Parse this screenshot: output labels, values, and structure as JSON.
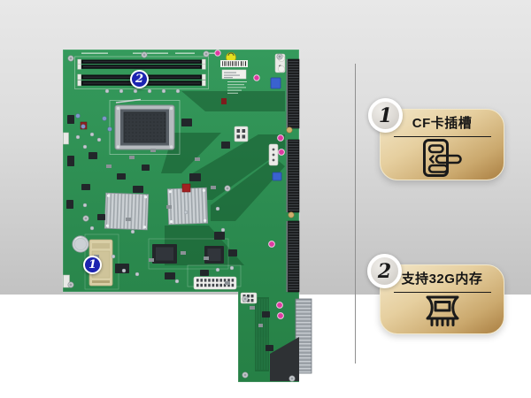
{
  "board": {
    "name": "motherboard-photo",
    "markers": [
      {
        "number": "1"
      },
      {
        "number": "2"
      }
    ]
  },
  "callouts": [
    {
      "number": "1",
      "label": "CF卡插槽",
      "icon": "cf-card-slot-icon"
    },
    {
      "number": "2",
      "label": "支持32G内存",
      "icon": "memory-module-icon"
    }
  ],
  "colors": {
    "marker_blue": "#1c23b0",
    "badge_ring": "#ffffff",
    "card_gold_light": "#f3e7c9",
    "card_gold_dark": "#aa7f42",
    "pcb_green": "#2e8f52",
    "backdrop_gray": "#c2c2c2",
    "lower_background": "#ffffff",
    "divider_gray": "#8f8f8f",
    "icon_ink": "#1a1a1a"
  }
}
